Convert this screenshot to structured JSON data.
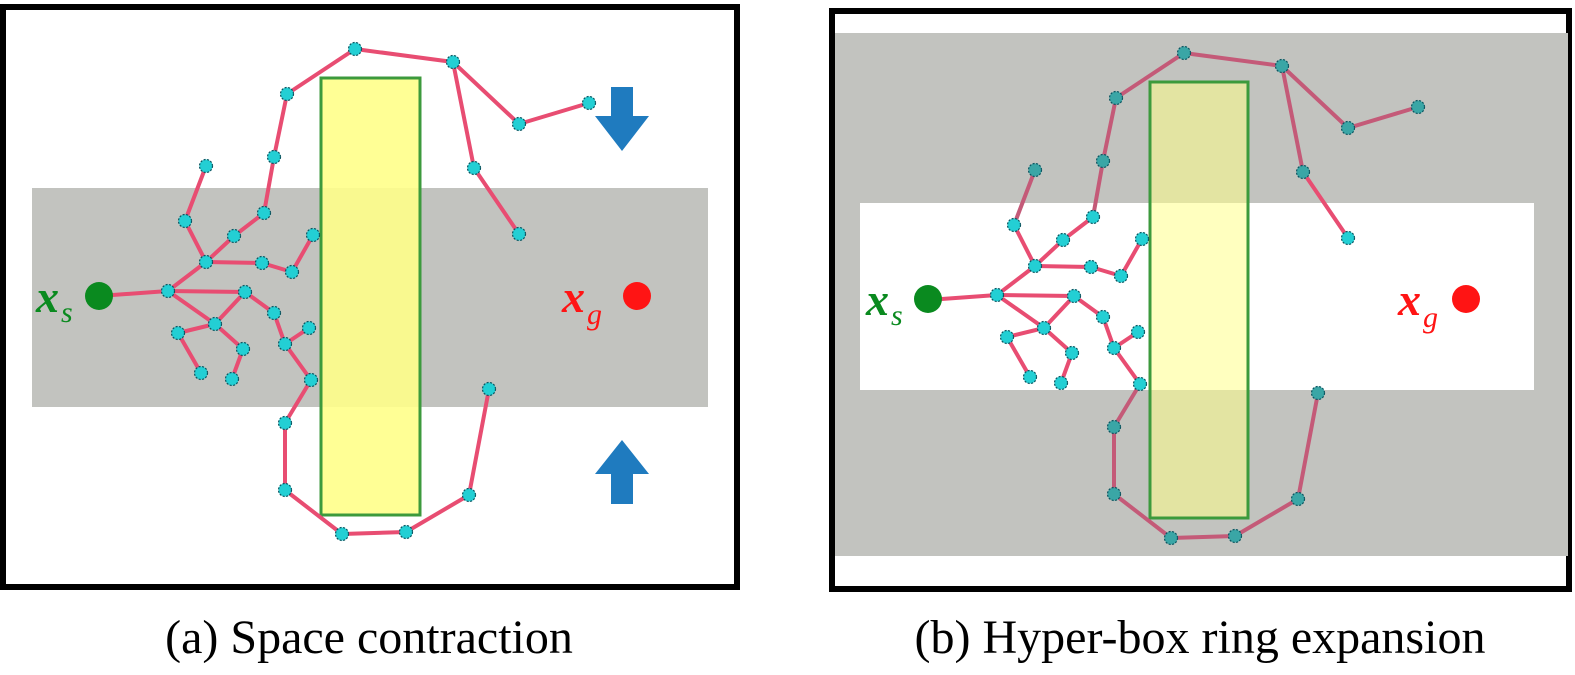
{
  "panels": [
    {
      "caption": "(a) Space contraction",
      "start_label": {
        "main": "x",
        "sub": "s"
      },
      "goal_label": {
        "main": "x",
        "sub": "g"
      },
      "arrow_icons": [
        "arrow-down-icon",
        "arrow-up-icon"
      ]
    },
    {
      "caption": "(b) Hyper-box ring expansion",
      "start_label": {
        "main": "x",
        "sub": "s"
      },
      "goal_label": {
        "main": "x",
        "sub": "g"
      }
    }
  ],
  "colors": {
    "frame": "#000000",
    "gray_region": "#c2c3bf",
    "obstacle_fill": "#ffff8a",
    "obstacle_stroke": "#3c9a3c",
    "tree_edge": "#e84d72",
    "tree_node": "#23cfd4",
    "start": "#0a8a1f",
    "goal": "#ff1414",
    "arrow": "#1f7bbf"
  }
}
